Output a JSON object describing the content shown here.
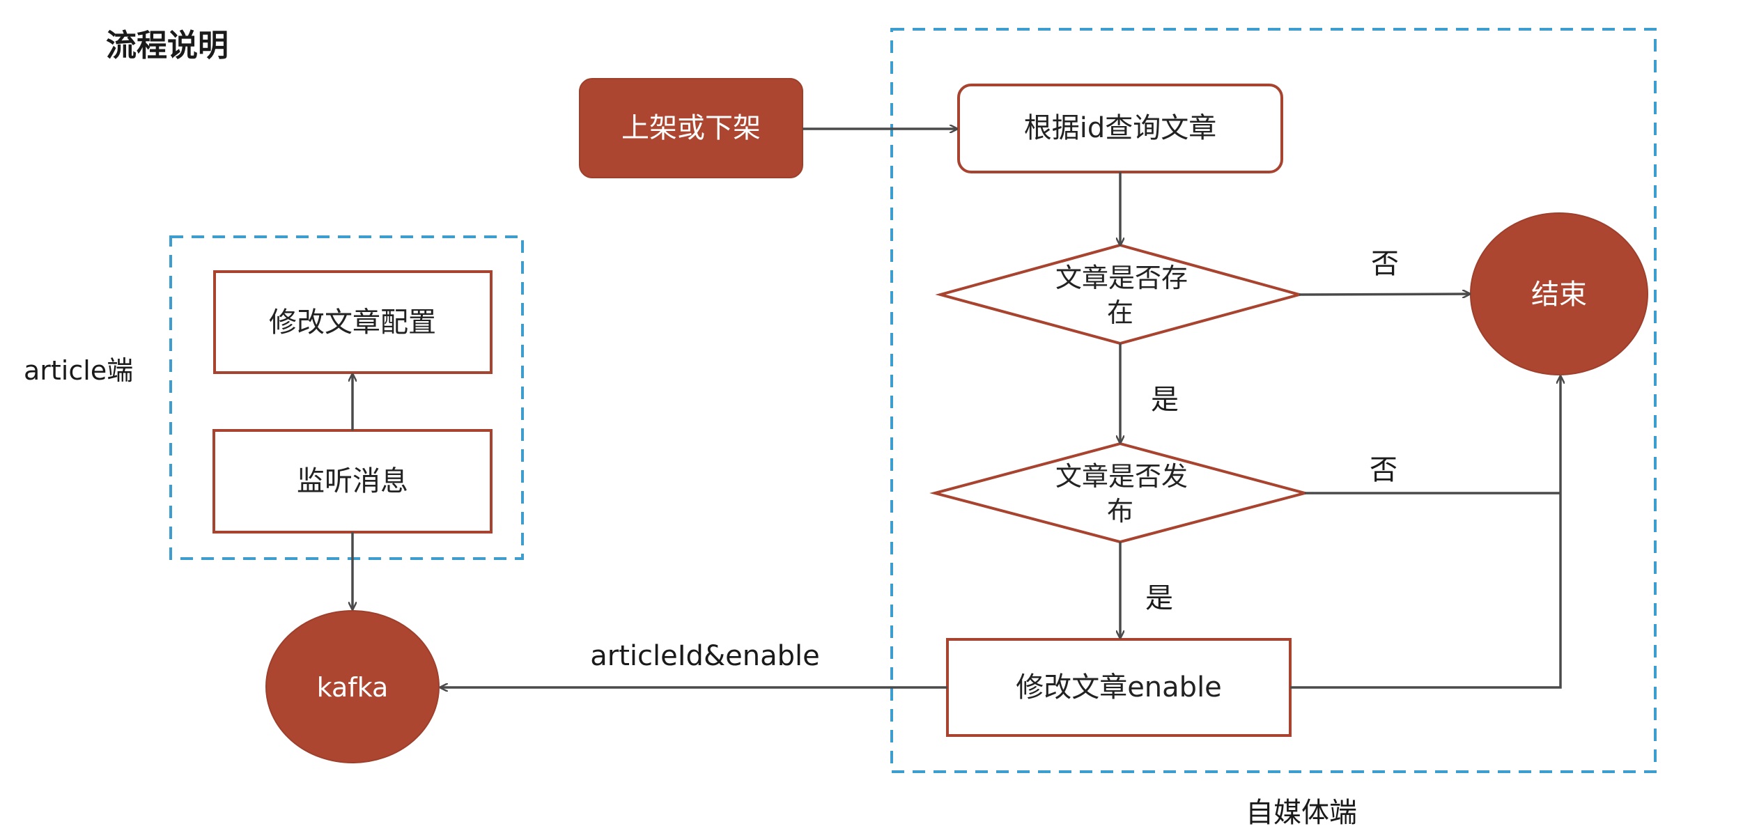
{
  "title": "流程说明",
  "regions": {
    "article": "article端",
    "media": "自媒体端"
  },
  "nodes": {
    "trigger": "上架或下架",
    "query": "根据id查询文章",
    "exists_line1": "文章是否存",
    "exists_line2": "在",
    "published_line1": "文章是否发",
    "published_line2": "布",
    "modify_enable": "修改文章enable",
    "end": "结束",
    "kafka": "kafka",
    "listen": "监听消息",
    "modify_config": "修改文章配置"
  },
  "edges": {
    "no1": "否",
    "yes1": "是",
    "no2": "否",
    "yes2": "是",
    "message": "articleId&enable"
  },
  "colors": {
    "accent_fill": "#ad4631",
    "box_border": "#a8432f",
    "dash": "#3d9dcf",
    "arrow": "#4a4a4a"
  }
}
